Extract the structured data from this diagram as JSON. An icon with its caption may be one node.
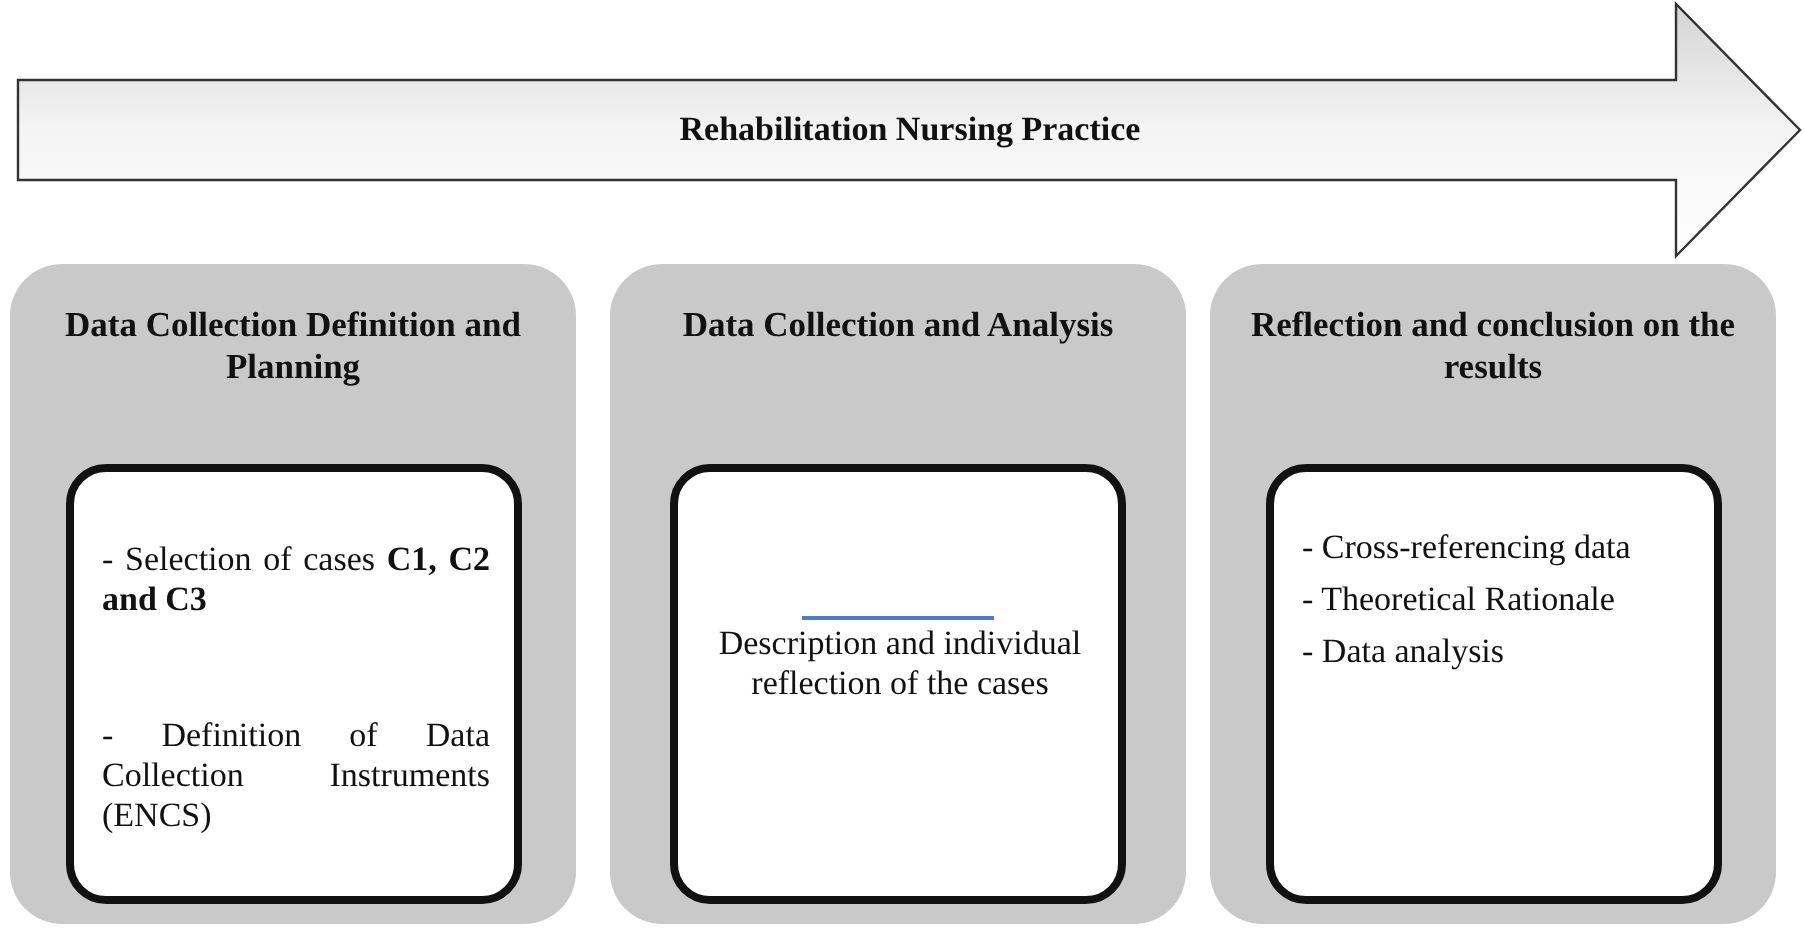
{
  "diagram": {
    "nodes": [
      {
        "text": [
          "Rehabilitation Nursing Practice"
        ]
      },
      {
        "text": [
          "Data Collection Definition and Planning"
        ]
      },
      {
        "text": [
          "- Selection of cases **C1, C2 and C3**",
          "- Definition of Data Collection Instruments (ENCS)"
        ],
        "in": 1
      },
      {
        "text": [
          "Data Collection and Analysis"
        ]
      },
      {
        "text": [
          "Description and individual reflection of the cases"
        ],
        "in": 3
      },
      {
        "text": [
          "Reflection and conclusion on the results"
        ]
      },
      {
        "text": [
          "- Cross-referencing data",
          "- Theoretical Rationale",
          "- Data analysis"
        ],
        "in": 5
      }
    ]
  }
}
